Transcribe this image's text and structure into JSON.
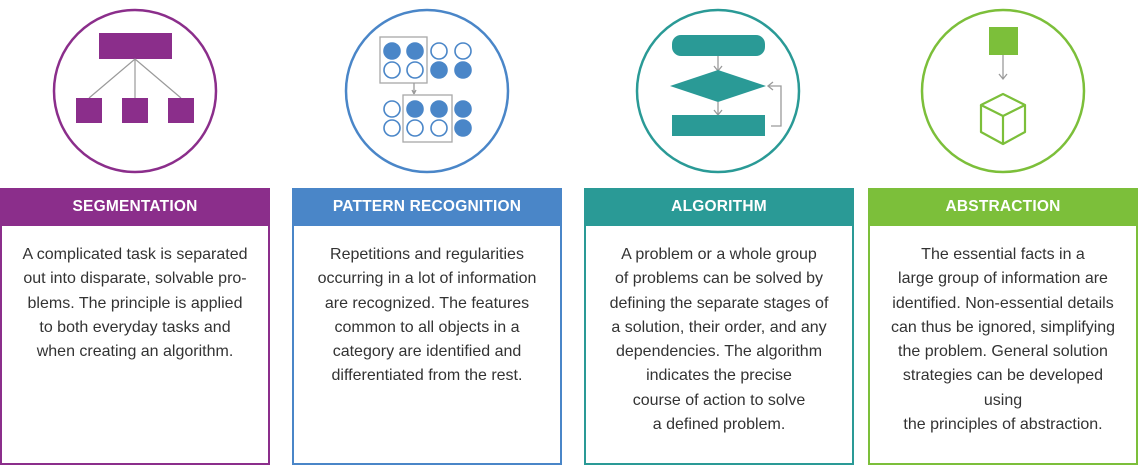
{
  "colors": {
    "segmentation": "#8b2e8b",
    "pattern_recognition": "#4a86c8",
    "algorithm": "#2a9a96",
    "abstraction": "#7cbf3a"
  },
  "cards": [
    {
      "title": "SEGMENTATION",
      "icon": "hierarchy-icon",
      "lines": [
        "A complicated task is separated",
        "out into disparate, solvable pro-",
        "blems. The principle is applied",
        "to both everyday tasks and",
        "when creating an algorithm."
      ]
    },
    {
      "title": "PATTERN RECOGNITION",
      "icon": "dot-pattern-icon",
      "lines": [
        "Repetitions and regularities",
        "occurring in a lot of information",
        "are recognized. The features",
        "common to all objects in a",
        "category are identified and",
        "differentiated from the rest."
      ]
    },
    {
      "title": "ALGORITHM",
      "icon": "flowchart-icon",
      "lines": [
        "A problem or a whole group",
        "of problems can be solved by",
        "defining the separate stages of",
        "a solution, their order, and any",
        "dependencies. The algorithm",
        "indicates the precise",
        "course of action to solve",
        "a defined problem."
      ]
    },
    {
      "title": "ABSTRACTION",
      "icon": "square-to-cube-icon",
      "lines": [
        "The essential facts in a",
        "large group of information are",
        "identified. Non-essential details",
        "can thus be ignored, simplifying",
        "the problem. General solution",
        "strategies can be developed using",
        "the principles of abstraction."
      ]
    }
  ]
}
